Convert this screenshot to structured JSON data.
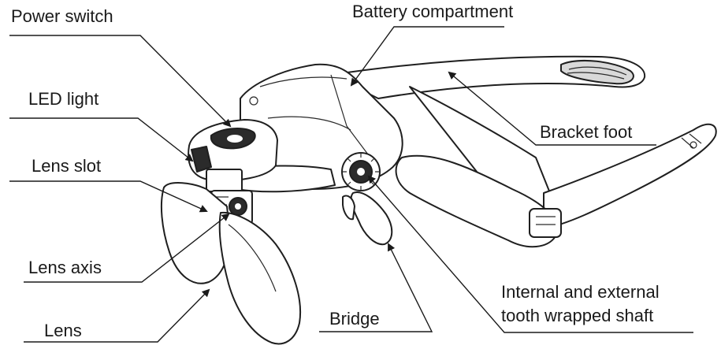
{
  "labels": {
    "power_switch": "Power switch",
    "battery_compartment": "Battery compartment",
    "led_light": "LED light",
    "bracket_foot": "Bracket foot",
    "lens_slot": "Lens slot",
    "lens_axis": "Lens axis",
    "internal_external_line1": "Internal and external",
    "internal_external_line2": "tooth wrapped shaft",
    "bridge": "Bridge",
    "lens": "Lens"
  },
  "colors": {
    "ink": "#1a1a1a",
    "background": "#ffffff"
  }
}
